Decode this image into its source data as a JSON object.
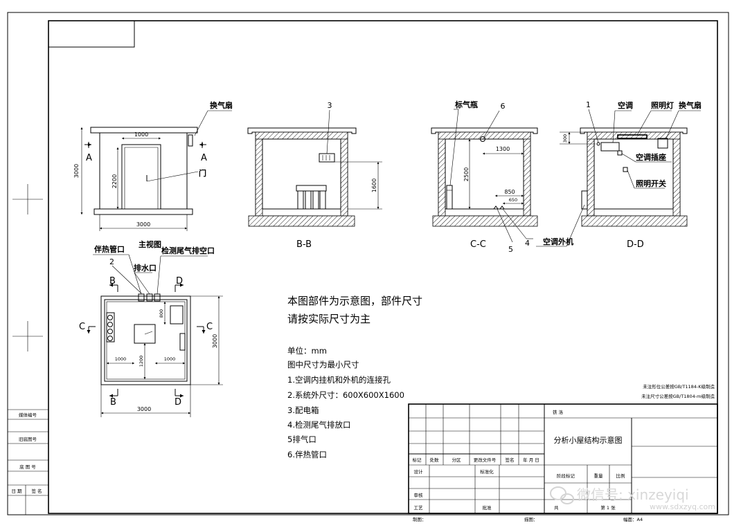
{
  "left_strip": {
    "items": [
      "媒体编号",
      "旧底图号",
      "底 图 号"
    ],
    "date_label": "日 期",
    "sign_label": "签 名"
  },
  "front_view": {
    "fan_label": "换气扇",
    "door_label": "门",
    "section_marks": [
      "A",
      "A"
    ],
    "dims": {
      "door_width": "1000",
      "door_height": "2200",
      "height": "3000",
      "width": "3000"
    },
    "caption": "主视图"
  },
  "bb_view": {
    "callout": "3",
    "dim_v": "1600",
    "caption": "B-B"
  },
  "cc_view": {
    "gas_label": "标气瓶",
    "callouts": [
      "6",
      "4",
      "5"
    ],
    "dims": {
      "d1300": "1300",
      "d2500": "2500",
      "d850": "850",
      "d650": "650"
    },
    "caption": "C-C"
  },
  "dd_view": {
    "callout": "1",
    "labels": {
      "ac": "空调",
      "light": "照明灯",
      "fan": "换气扇",
      "socket": "空调插座",
      "switch": "照明开关",
      "outdoor": "空调外机"
    },
    "dim_v": "300",
    "caption": "D-D"
  },
  "plan_view": {
    "labels": {
      "tracing": "伴热管口",
      "callout2": "2",
      "drain": "排水口",
      "exhaust": "检测尾气排空口"
    },
    "sections": [
      "B",
      "D",
      "C",
      "C",
      "B",
      "D"
    ],
    "dims": {
      "d800": "800",
      "d1000a": "1000",
      "d1200": "1200",
      "d1000b": "1000",
      "d3000v": "3000",
      "d3000h": "3000"
    }
  },
  "notes": {
    "heading_line1": "本图部件为示意图，部件尺寸",
    "heading_line2": "请按实际尺寸为主",
    "unit": "单位：mm",
    "min_size": "图中尺寸为最小尺寸",
    "items": [
      "1.空调内挂机和外机的连接孔",
      "2.系统外尺寸：600X600X1600",
      "3.配电箱",
      "4.检测尾气排放口",
      "5排气口",
      "6.伴热管口"
    ]
  },
  "tolerance": {
    "line1": "未注形位公差按GB/T1184-K级制造",
    "line2": "未注尺寸公差按GB/T1804-m级制造"
  },
  "title_block": {
    "row_labels": [
      "标记",
      "处数",
      "分区",
      "更改文件号",
      "签名",
      "年 月 日"
    ],
    "design": "设计",
    "standard": "标准化",
    "review": "审核",
    "process": "工艺",
    "approve": "批准",
    "stage": "阶段标记",
    "weight": "重量",
    "scale": "比例",
    "drawing_title": "分析小屋结构示意图",
    "material": "铁 洛",
    "total_sheets": "共",
    "sheet_no": "第 1 张",
    "footer": {
      "drawn": "制图：",
      "traced": "描图：",
      "format": "幅面：A4"
    }
  },
  "watermark": {
    "main": "微信号: xinzeyiqi",
    "site": "www.sdxzyq.com"
  }
}
